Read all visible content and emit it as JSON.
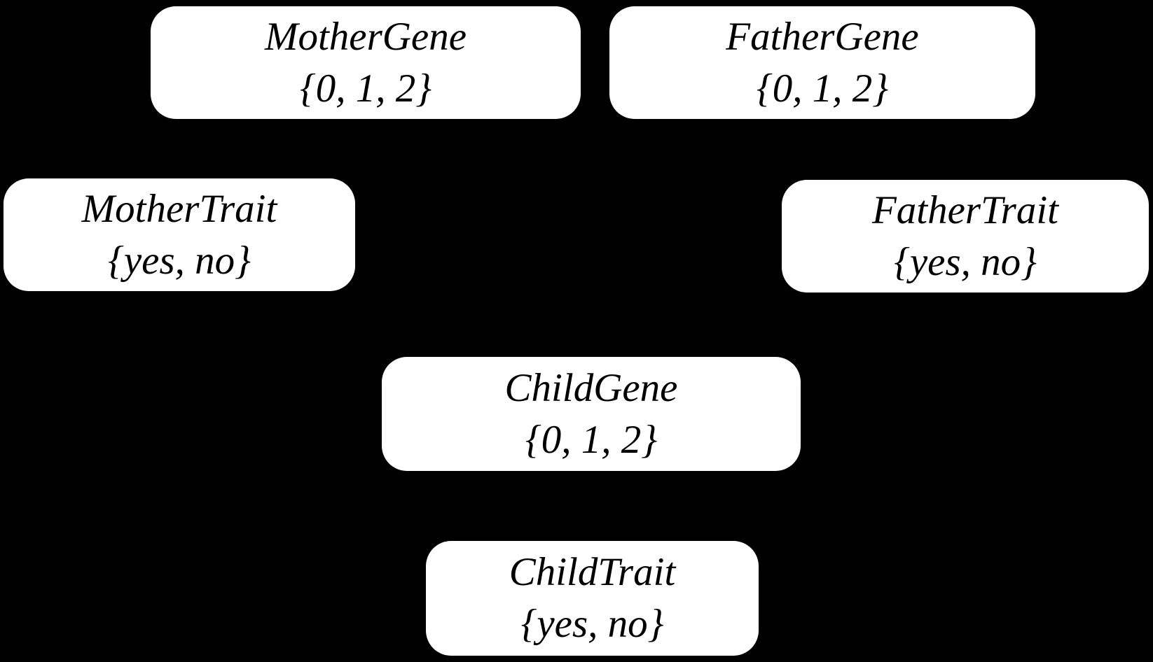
{
  "diagram": {
    "type": "bayesian-network-nodes",
    "background_color": "#000000",
    "node_fill_color": "#ffffff",
    "node_text_color": "#000000",
    "nodes": [
      {
        "id": "mother-gene",
        "label": "MotherGene",
        "domain": "{0, 1, 2}"
      },
      {
        "id": "father-gene",
        "label": "FatherGene",
        "domain": "{0, 1, 2}"
      },
      {
        "id": "mother-trait",
        "label": "MotherTrait",
        "domain": "{yes, no}"
      },
      {
        "id": "father-trait",
        "label": "FatherTrait",
        "domain": "{yes, no}"
      },
      {
        "id": "child-gene",
        "label": "ChildGene",
        "domain": "{0, 1, 2}"
      },
      {
        "id": "child-trait",
        "label": "ChildTrait",
        "domain": "{yes, no}"
      }
    ]
  }
}
